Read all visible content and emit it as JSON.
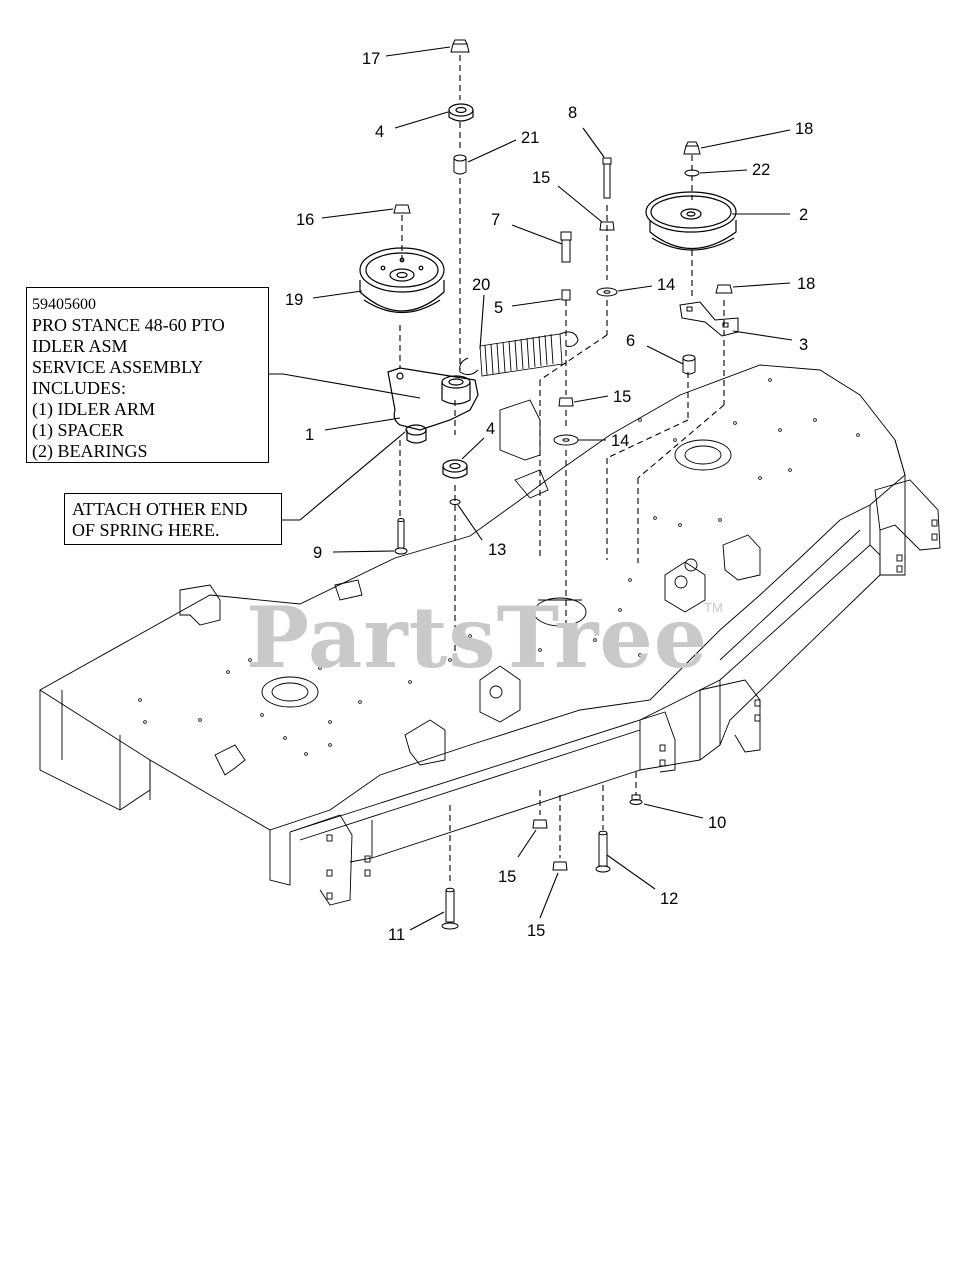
{
  "watermark": {
    "brand": "PartsTree",
    "trademark": "TM"
  },
  "idler_box": {
    "lines": [
      "59405600",
      "PRO STANCE 48-60 PTO",
      "IDLER ASM",
      "SERVICE ASSEMBLY",
      "INCLUDES:",
      "(1) IDLER ARM",
      "(1) SPACER",
      "(2) BEARINGS"
    ]
  },
  "spring_box": {
    "lines": [
      "ATTACH OTHER END",
      "OF SPRING HERE."
    ]
  },
  "callouts": {
    "c17": "17",
    "c4a": "4",
    "c21": "21",
    "c8": "8",
    "c18a": "18",
    "c22": "22",
    "c15a": "15",
    "c2": "2",
    "c16": "16",
    "c7": "7",
    "c19": "19",
    "c20": "20",
    "c14a": "14",
    "c18b": "18",
    "c5": "5",
    "c3": "3",
    "c6": "6",
    "c1": "1",
    "c15b": "15",
    "c4b": "4",
    "c14b": "14",
    "c13": "13",
    "c9": "9",
    "c10": "10",
    "c15c": "15",
    "c12": "12",
    "c11": "11",
    "c15d": "15"
  }
}
